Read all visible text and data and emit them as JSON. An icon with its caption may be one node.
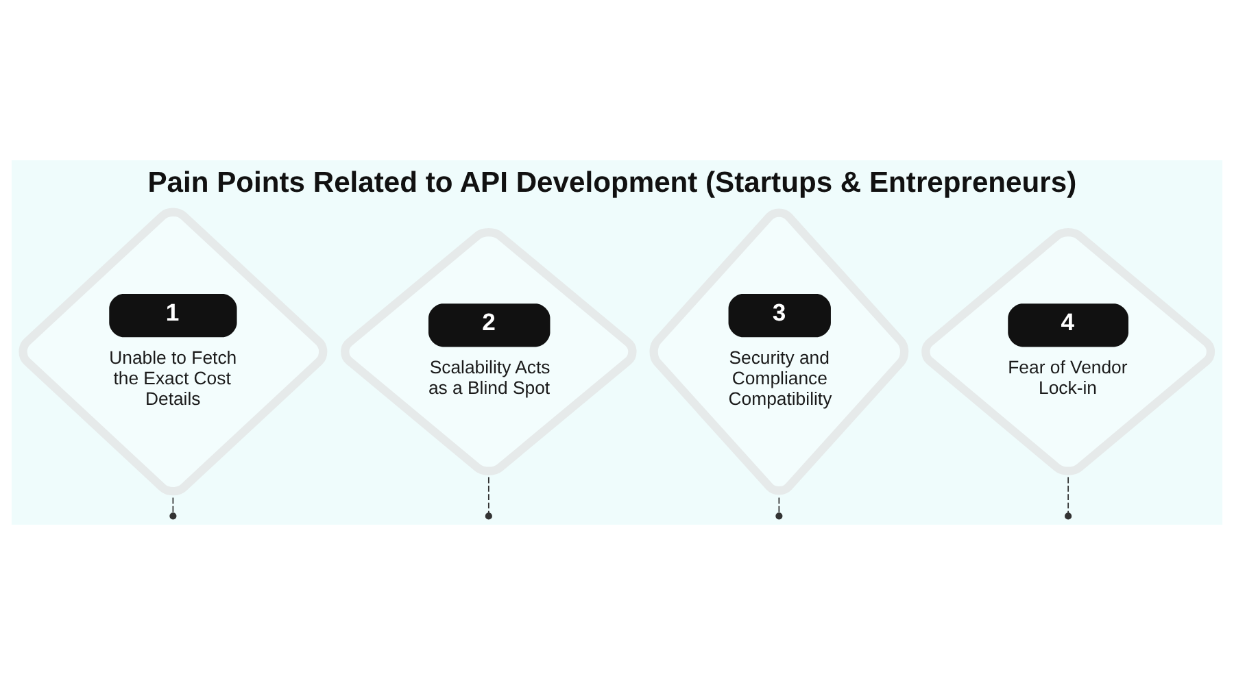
{
  "diagram": {
    "title": "Pain Points Related to API Development (Startups & Entrepreneurs)",
    "nodes": [
      {
        "text": [
          "1",
          "Unable to Fetch the Exact Cost Details"
        ]
      },
      {
        "text": [
          "2",
          "Scalability Acts as a Blind Spot"
        ]
      },
      {
        "text": [
          "3",
          "Security and Compliance Compatibility"
        ]
      },
      {
        "text": [
          "4",
          "Fear of Vendor Lock-in"
        ]
      }
    ],
    "edges": [
      {
        "from": 0,
        "to": null,
        "arrow": "other",
        "style": "dashed"
      },
      {
        "from": 1,
        "to": null,
        "arrow": "other",
        "style": "dashed"
      },
      {
        "from": 2,
        "to": null,
        "arrow": "other",
        "style": "dashed"
      },
      {
        "from": 3,
        "to": null,
        "arrow": "other",
        "style": "dashed"
      }
    ]
  }
}
